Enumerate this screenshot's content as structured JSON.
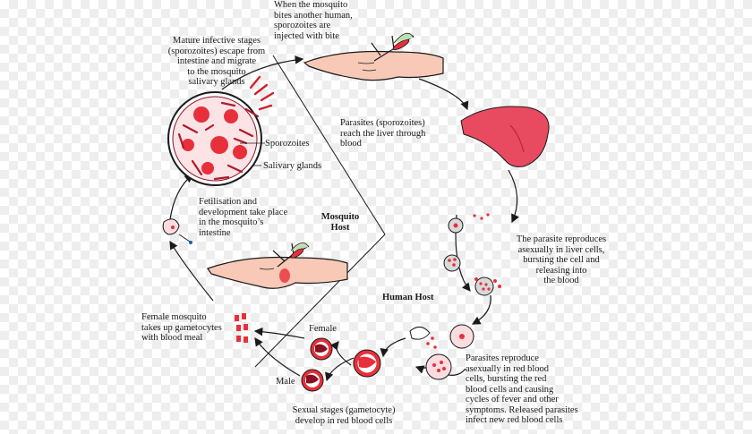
{
  "labels": {
    "bite": "When the mosquito\nbites another human,\nsporozoites are\ninjected with bite",
    "mature": "Mature infective stages\n(sporozoites) escape from\nintestine and migrate\nto the mosquito\nsalivary glands",
    "sporozoites": "Sporozoites",
    "salivary": "Salivary glands",
    "liver": "Parasites (sporozoites)\nreach the liver through\nblood",
    "fertilisation": "Fetilisation and\ndevelopment take place\nin the mosquito’s\nintestine",
    "mosquito_host": "Mosquito\nHost",
    "reproduces": "The parasite reproduces\nasexually in liver cells,\nbursting the cell and\nreleasing into\nthe blood",
    "human_host": "Human Host",
    "female_mosquito": "Female mosquito\ntakes up gametocytes\nwith blood meal",
    "female": "Female",
    "male": "Male",
    "rbc": "Parasites reproduce\nasexually in red blood\ncells, bursting the red\nblood cells and causing\ncycles of fever and other\nsymptoms. Released parasites\ninfect new red blood cells",
    "sexual": "Sexual stages (gametocyte)\ndevelop in red blood cells"
  },
  "colors": {
    "accent": "#e8303a",
    "liver": "#e84a5f",
    "skin": "#f7c9b6",
    "ink": "#1a1a1a"
  }
}
